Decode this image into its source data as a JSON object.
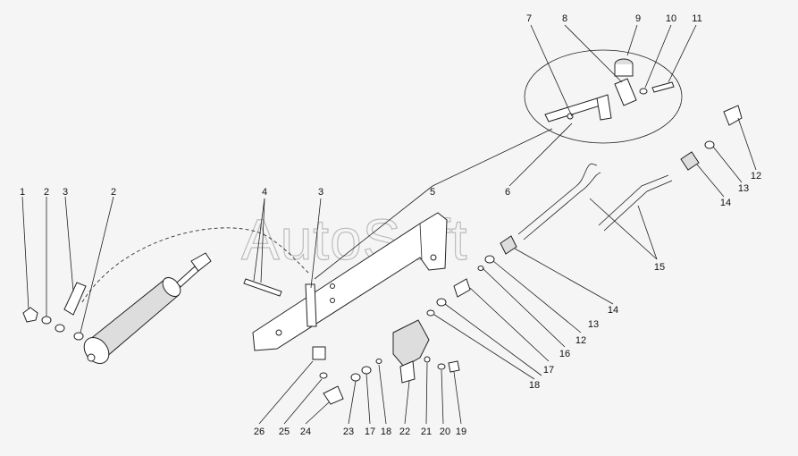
{
  "watermark": "AutoSoft",
  "callouts": [
    {
      "id": "c1",
      "label": "1"
    },
    {
      "id": "c2a",
      "label": "2"
    },
    {
      "id": "c3a",
      "label": "3"
    },
    {
      "id": "c2b",
      "label": "2"
    },
    {
      "id": "c4",
      "label": "4"
    },
    {
      "id": "c3b",
      "label": "3"
    },
    {
      "id": "c5",
      "label": "5"
    },
    {
      "id": "c6",
      "label": "6"
    },
    {
      "id": "c7",
      "label": "7"
    },
    {
      "id": "c8",
      "label": "8"
    },
    {
      "id": "c9",
      "label": "9"
    },
    {
      "id": "c10",
      "label": "10"
    },
    {
      "id": "c11",
      "label": "11"
    },
    {
      "id": "c12a",
      "label": "12"
    },
    {
      "id": "c13a",
      "label": "13"
    },
    {
      "id": "c14a",
      "label": "14"
    },
    {
      "id": "c15",
      "label": "15"
    },
    {
      "id": "c14b",
      "label": "14"
    },
    {
      "id": "c13b",
      "label": "13"
    },
    {
      "id": "c12b",
      "label": "12"
    },
    {
      "id": "c16",
      "label": "16"
    },
    {
      "id": "c17a",
      "label": "17"
    },
    {
      "id": "c18a",
      "label": "18"
    },
    {
      "id": "c26",
      "label": "26"
    },
    {
      "id": "c25",
      "label": "25"
    },
    {
      "id": "c24",
      "label": "24"
    },
    {
      "id": "c23",
      "label": "23"
    },
    {
      "id": "c17b",
      "label": "17"
    },
    {
      "id": "c18b",
      "label": "18"
    },
    {
      "id": "c22",
      "label": "22"
    },
    {
      "id": "c21",
      "label": "21"
    },
    {
      "id": "c20",
      "label": "20"
    },
    {
      "id": "c19",
      "label": "19"
    }
  ]
}
